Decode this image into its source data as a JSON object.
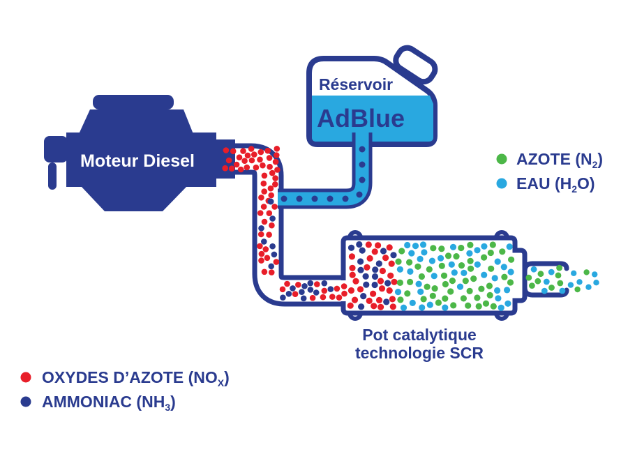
{
  "colors": {
    "navy": "#2a3b8f",
    "red": "#e81e29",
    "green": "#4cb748",
    "light_blue": "#29a8e0",
    "white": "#ffffff"
  },
  "engine": {
    "label": "Moteur Diesel"
  },
  "reservoir": {
    "title": "Réservoir",
    "brand": "AdBlue"
  },
  "converter": {
    "caption_line1": "Pot catalytique",
    "caption_line2": "technologie SCR"
  },
  "legend_right": {
    "items": [
      {
        "name": "azote",
        "pre": "AZOTE (N",
        "sub": "2",
        "post": ")",
        "color": "#4cb748"
      },
      {
        "name": "eau",
        "pre": "EAU (H",
        "sub": "2",
        "post": "O)",
        "color": "#29a8e0"
      }
    ]
  },
  "legend_left": {
    "items": [
      {
        "name": "oxydes-azote",
        "pre": "OXYDES D’AZOTE (NO",
        "sub": "X",
        "post": ")",
        "color": "#e81e29"
      },
      {
        "name": "ammoniac",
        "pre": "AMMONIAC (NH",
        "sub": "3",
        "post": ")",
        "color": "#2a3b8f"
      }
    ]
  }
}
